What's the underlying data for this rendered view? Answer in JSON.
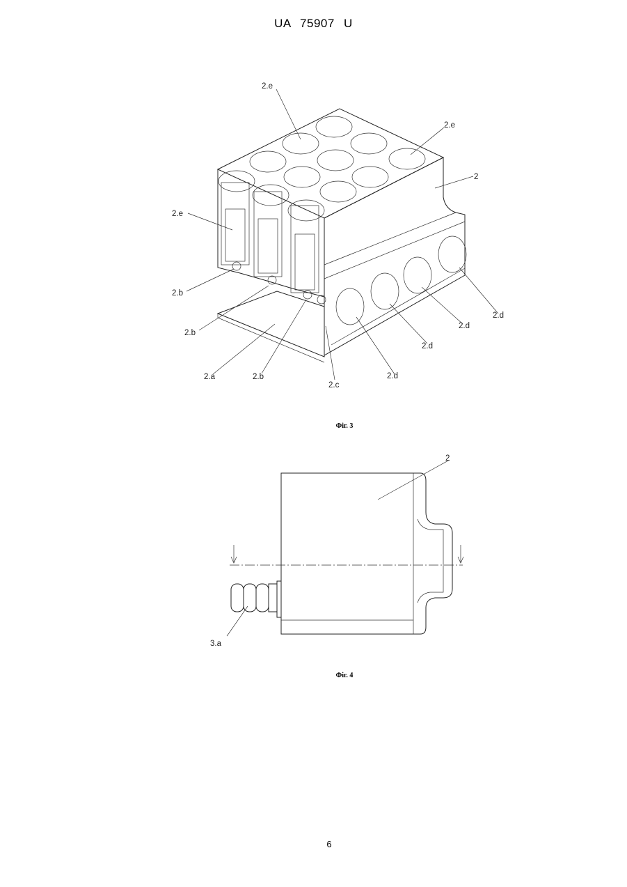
{
  "header": {
    "doc_id": "UA   75907   U"
  },
  "figures": [
    {
      "caption": "Фіг. 3",
      "labels": [
        "2.e",
        "2.e",
        "2.e",
        "2",
        "2.b",
        "2.b",
        "2.b",
        "2.a",
        "2.c",
        "2.d",
        "2.d",
        "2.d",
        "2.d"
      ]
    },
    {
      "caption": "Фіг. 4",
      "labels": [
        "2",
        "3.a"
      ]
    }
  ],
  "page_number": "6"
}
